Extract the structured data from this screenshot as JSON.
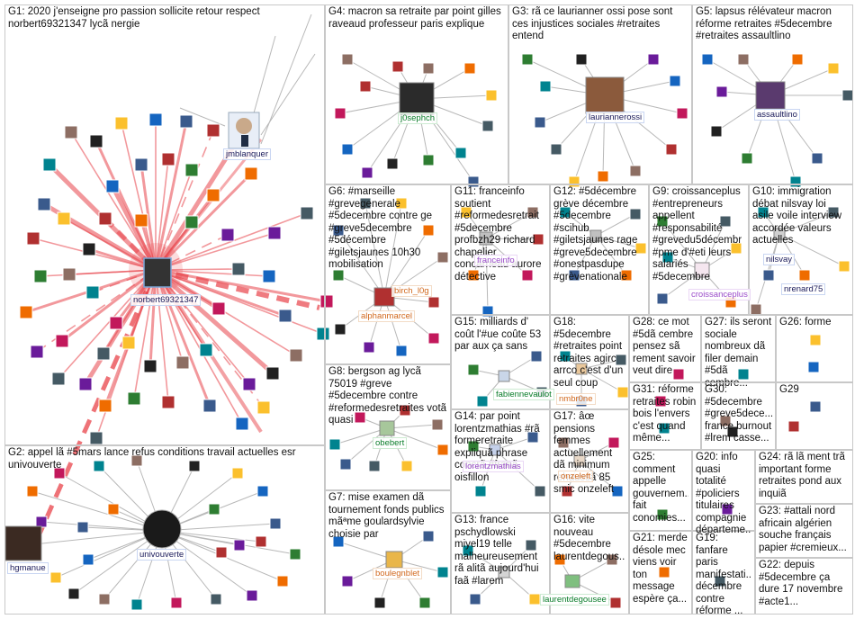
{
  "groups": [
    {
      "id": "G1",
      "label": "G1: 2020 j'enseigne pro passion sollicite retour respect norbert69321347 lycã nergie"
    },
    {
      "id": "G2",
      "label": "G2: appel lã #5mars lance refus conditions travail actuelles esr univouverte"
    },
    {
      "id": "G3",
      "label": "G3: rã ce laurianner ossi pose sont ces injustices sociales #retraites entend"
    },
    {
      "id": "G4",
      "label": "G4: macron sa retraite par point gilles raveaud professeur paris explique"
    },
    {
      "id": "G5",
      "label": "G5: lapsus rélévateur macron réforme retraites #5decembre #retraites assaultlino"
    },
    {
      "id": "G6",
      "label": "G6: #marseille #grevegenerale #5decembre contre ge #greve5decembre #5décembre #giletsjaunes 10h30 mobilisation"
    },
    {
      "id": "G7",
      "label": "G7: mise examen dã tournement fonds publics mãªme goulardsylvie choisie par"
    },
    {
      "id": "G8",
      "label": "G8: bergson ag lycã 75019 #greve #5decembre contre #reformedesretraites votã quasi"
    },
    {
      "id": "G9",
      "label": "G9: croissanceplus #entrepreneurs appellent #responsabilité #grevedu5décembr #pme d'#eti leurs salariés #5decembre"
    },
    {
      "id": "G10",
      "label": "G10: immigration débat nilsvay loi asile voile interview accordée valeurs actuelles"
    },
    {
      "id": "G11",
      "label": "G11: franceinfo soutient #reformedesretrait #5decembre profbzh29 richard chapelier concarneau aurore détective"
    },
    {
      "id": "G12",
      "label": "G12: #5décembre grève décembre #5decembre #scihub #giletsjaunes rage #greve5decembre #onestpasdupe #grèvenationale"
    },
    {
      "id": "G13",
      "label": "G13: france pschydlowski miyel19 telle malheureusement rã alitã aujourd'hui faã #larem"
    },
    {
      "id": "G14",
      "label": "G14: par point lorentzmathias #rã formeretraite expliquã phrase concrã #franã oisfillon"
    },
    {
      "id": "G15",
      "label": "G15: milliards d' coût l'#ue coûte 53 par aux ça sans"
    },
    {
      "id": "G16",
      "label": "G16: vite nouveau #5decembre laurentdegous..."
    },
    {
      "id": "G17",
      "label": "G17: âœ pensions femmes actuellement dã minimum rehaussã 85 smic onzeleft"
    },
    {
      "id": "G18",
      "label": "G18: #5decembre #retraites point retraites agirc arrco c'est d'un seul coup"
    },
    {
      "id": "G19",
      "label": "G19: fanfare paris manifestati... décembre contre réforme ..."
    },
    {
      "id": "G20",
      "label": "G20: info quasi totalité #policiers titulaires compagnie départeme..."
    },
    {
      "id": "G21",
      "label": "G21: merde désole mec viens voir ton message espère ça..."
    },
    {
      "id": "G22",
      "label": "G22: depuis #5decembre ça dure 17 novembre #acte1..."
    },
    {
      "id": "G23",
      "label": "G23: #attali nord africain algérien souche français papier #cremieux..."
    },
    {
      "id": "G24",
      "label": "G24: rã lã ment trã important forme retraites pond aux inquiã"
    },
    {
      "id": "G25",
      "label": "G25: comment appelle gouvernem... fait conomies..."
    },
    {
      "id": "G26",
      "label": "G26: forme"
    },
    {
      "id": "G27",
      "label": "G27: ils seront sociale nombreux dã filer demain #5dã cembre..."
    },
    {
      "id": "G28",
      "label": "G28: ce mot #5dã cembre pensez sã rement savoir veut dire"
    },
    {
      "id": "G29",
      "label": "G29"
    },
    {
      "id": "G30",
      "label": "G30: #5decembre #greve5dece... france burnout #lrem casse..."
    },
    {
      "id": "G31",
      "label": "G31: réforme retraites robin bois l'envers c'est quand même..."
    }
  ],
  "node_labels": [
    {
      "text": "norbert69321347",
      "style": "dark"
    },
    {
      "text": "jmblanquer",
      "style": "dark"
    },
    {
      "text": "hgmanue",
      "style": "dark"
    },
    {
      "text": "univouverte",
      "style": "dark"
    },
    {
      "text": "j0sephch",
      "style": "green"
    },
    {
      "text": "lauriannerossi",
      "style": "dark"
    },
    {
      "text": "assaultlino",
      "style": "dark"
    },
    {
      "text": "alphanmarcel",
      "style": "orange"
    },
    {
      "text": "birch_l0g",
      "style": "orange"
    },
    {
      "text": "franceinfo",
      "style": "purple"
    },
    {
      "text": "croissanceplus",
      "style": "purple"
    },
    {
      "text": "nilsvay",
      "style": "dark"
    },
    {
      "text": "nrenard75",
      "style": "dark"
    },
    {
      "text": "fabiennevaulot",
      "style": "green"
    },
    {
      "text": "nmbr0ne",
      "style": "orange"
    },
    {
      "text": "obebert",
      "style": "green"
    },
    {
      "text": "lorentzmathias",
      "style": "purple"
    },
    {
      "text": "onzeleft",
      "style": "orange"
    },
    {
      "text": "boulegnblet",
      "style": "orange"
    },
    {
      "text": "laurentdegousee",
      "style": "green"
    }
  ],
  "colors": {
    "edge_red": "#e8434a",
    "edge_gray": "#b8b8b8",
    "border": "#c8c8c8"
  }
}
